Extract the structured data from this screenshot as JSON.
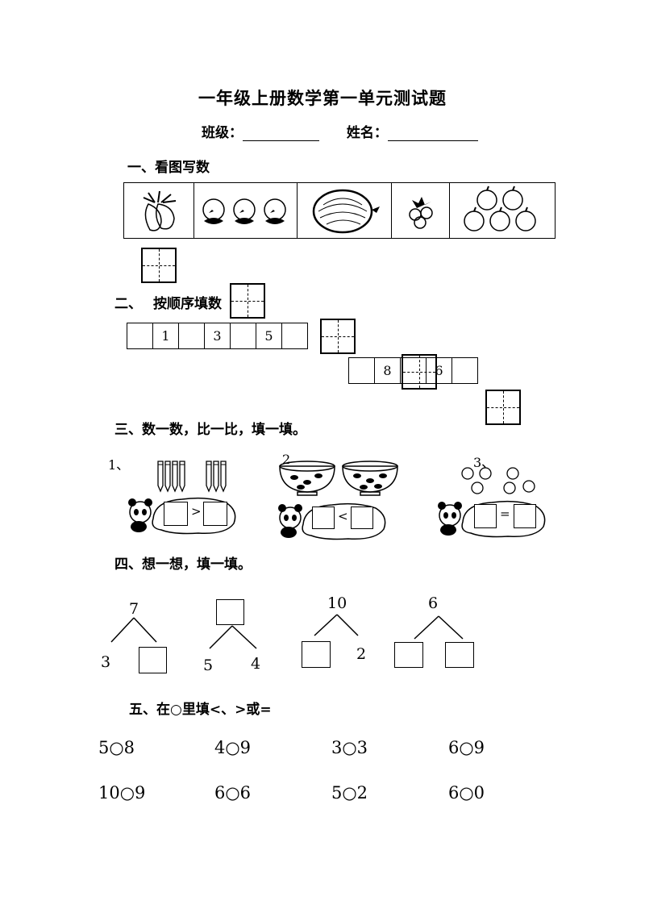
{
  "title": "一年级上册数学第一单元测试题",
  "header": {
    "class_label": "班级：",
    "name_label": "姓名："
  },
  "section1": {
    "heading": "一、看图写数"
  },
  "section2": {
    "heading": "二、",
    "heading2": "按顺序填数",
    "row1": [
      "",
      "1",
      "",
      "3",
      "",
      "5",
      ""
    ],
    "row2": [
      "",
      "8",
      "",
      "6",
      ""
    ]
  },
  "section3": {
    "heading": "三、数一数，比一比，填一填。",
    "items": [
      {
        "marker": "1、",
        "symbol": ">"
      },
      {
        "marker": "2",
        "symbol": "<"
      },
      {
        "marker": "3、",
        "symbol": "="
      }
    ]
  },
  "section4": {
    "heading": "四、想一想，填一填。",
    "trees": [
      {
        "top": "7",
        "left": "3",
        "right": ""
      },
      {
        "top": "",
        "left": "5",
        "right": "4"
      },
      {
        "top": "10",
        "left": "",
        "right": "2"
      },
      {
        "top": "6",
        "left": "",
        "right": ""
      }
    ]
  },
  "section5": {
    "heading": "五、在○里填<、>或=",
    "row1": [
      "5○8",
      "4○9",
      "3○3",
      "6○9"
    ],
    "row2": [
      "10○9",
      "6○6",
      "5○2",
      "6○0"
    ]
  }
}
